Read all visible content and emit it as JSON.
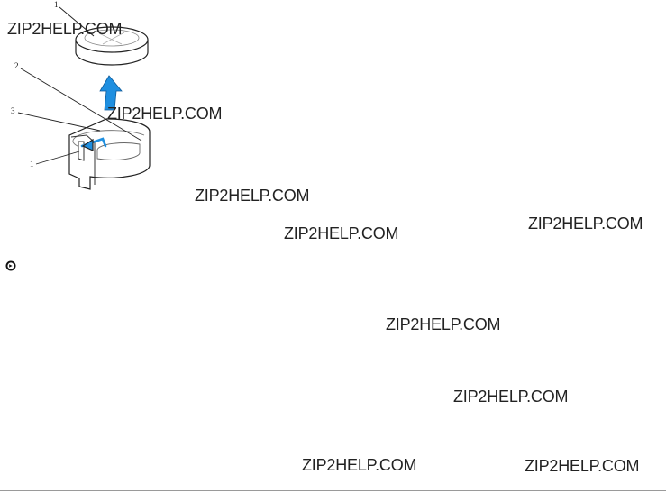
{
  "callouts": [
    "1",
    "2",
    "3",
    "1"
  ],
  "watermark_text": "ZIP2HELP.COM",
  "colors": {
    "arrow": "#1f8fe0",
    "line": "#222222",
    "rule": "#9a9a9a"
  },
  "icons": [
    "notice-icon"
  ]
}
